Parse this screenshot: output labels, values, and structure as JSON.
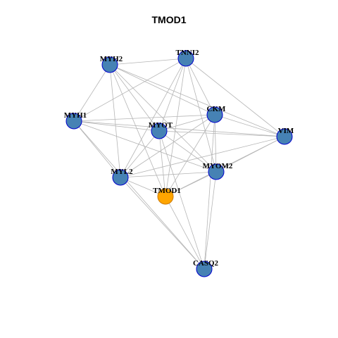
{
  "title": "TMOD1",
  "colors": {
    "node_fill": "#4682B4",
    "node_stroke": "#0000CD",
    "highlight_fill": "#FFA500",
    "highlight_stroke": "#CC7A00",
    "edge": "#B5B5B5"
  },
  "nodes": [
    {
      "id": "TNNI2",
      "label": "TNNI2",
      "highlight": false
    },
    {
      "id": "MYH2",
      "label": "MYH2",
      "highlight": false
    },
    {
      "id": "CKM",
      "label": "CKM",
      "highlight": false
    },
    {
      "id": "MYH1",
      "label": "MYH1",
      "highlight": false
    },
    {
      "id": "MYOT",
      "label": "MYOT",
      "highlight": false
    },
    {
      "id": "VIM",
      "label": "VIM",
      "highlight": false
    },
    {
      "id": "MYOM2",
      "label": "MYOM2",
      "highlight": false
    },
    {
      "id": "MYL2",
      "label": "MYL2",
      "highlight": false
    },
    {
      "id": "TMOD1",
      "label": "TMOD1",
      "highlight": true
    },
    {
      "id": "CASQ2",
      "label": "CASQ2",
      "highlight": false
    }
  ],
  "edges": [
    [
      "MYH2",
      "TNNI2"
    ],
    [
      "MYH2",
      "MYH1"
    ],
    [
      "MYH2",
      "MYOT"
    ],
    [
      "MYH2",
      "CKM"
    ],
    [
      "MYH2",
      "MYL2"
    ],
    [
      "MYH2",
      "MYOM2"
    ],
    [
      "MYH2",
      "TMOD1"
    ],
    [
      "MYH2",
      "VIM"
    ],
    [
      "TNNI2",
      "MYOT"
    ],
    [
      "TNNI2",
      "MYL2"
    ],
    [
      "TNNI2",
      "CKM"
    ],
    [
      "TNNI2",
      "MYOM2"
    ],
    [
      "TNNI2",
      "TMOD1"
    ],
    [
      "TNNI2",
      "VIM"
    ],
    [
      "TNNI2",
      "MYH1"
    ],
    [
      "MYH1",
      "MYOT"
    ],
    [
      "MYH1",
      "CKM"
    ],
    [
      "MYH1",
      "MYL2"
    ],
    [
      "MYH1",
      "MYOM2"
    ],
    [
      "MYH1",
      "CASQ2"
    ],
    [
      "MYH1",
      "VIM"
    ],
    [
      "MYOT",
      "CKM"
    ],
    [
      "MYOT",
      "MYL2"
    ],
    [
      "MYOT",
      "MYOM2"
    ],
    [
      "MYOT",
      "TMOD1"
    ],
    [
      "MYOT",
      "CASQ2"
    ],
    [
      "MYOT",
      "VIM"
    ],
    [
      "CKM",
      "MYOM2"
    ],
    [
      "CKM",
      "MYL2"
    ],
    [
      "CKM",
      "TMOD1"
    ],
    [
      "CKM",
      "CASQ2"
    ],
    [
      "CKM",
      "VIM"
    ],
    [
      "VIM",
      "MYOM2"
    ],
    [
      "VIM",
      "MYL2"
    ],
    [
      "VIM",
      "TMOD1"
    ],
    [
      "MYOM2",
      "MYL2"
    ],
    [
      "MYOM2",
      "TMOD1"
    ],
    [
      "MYOM2",
      "CASQ2"
    ],
    [
      "MYL2",
      "TMOD1"
    ],
    [
      "MYL2",
      "CASQ2"
    ],
    [
      "TMOD1",
      "CASQ2"
    ]
  ]
}
